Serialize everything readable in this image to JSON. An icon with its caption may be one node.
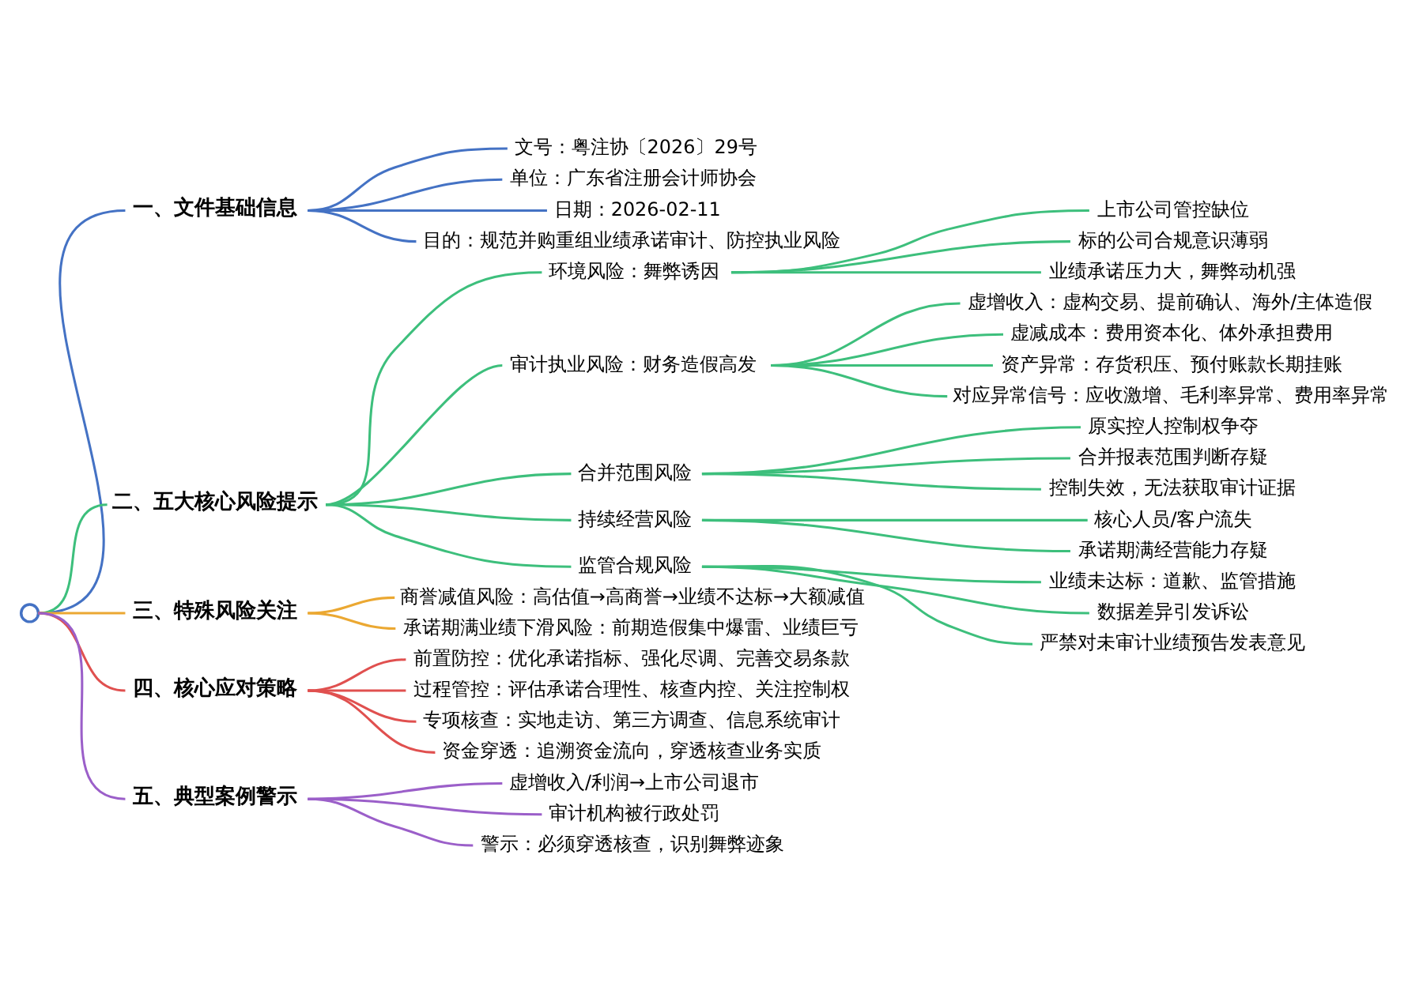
{
  "diagram": {
    "nodes": [
      {
        "text": [],
        "shape": "circle"
      },
      {
        "text": [
          "一、文件基础信息"
        ]
      },
      {
        "text": [
          "文号：粤注协〔2026〕29号"
        ]
      },
      {
        "text": [
          "单位：广东省注册会计师协会"
        ]
      },
      {
        "text": [
          "日期：2026-02-11"
        ]
      },
      {
        "text": [
          "目的：规范并购重组业绩承诺审计、防控执业风险"
        ]
      },
      {
        "text": [
          "二、五大核心风险提示"
        ]
      },
      {
        "text": [
          "环境风险：舞弊诱因"
        ]
      },
      {
        "text": [
          "上市公司管控缺位"
        ]
      },
      {
        "text": [
          "标的公司合规意识薄弱"
        ]
      },
      {
        "text": [
          "业绩承诺压力大，舞弊动机强"
        ]
      },
      {
        "text": [
          "审计执业风险：财务造假高发"
        ]
      },
      {
        "text": [
          "虚增收入：虚构交易、提前确认、海外/主体造假"
        ]
      },
      {
        "text": [
          "虚减成本：费用资本化、体外承担费用"
        ]
      },
      {
        "text": [
          "资产异常：存货积压、预付账款长期挂账"
        ]
      },
      {
        "text": [
          "对应异常信号：应收激增、毛利率异常、费用率异常"
        ]
      },
      {
        "text": [
          "合并范围风险"
        ]
      },
      {
        "text": [
          "原实控人控制权争夺"
        ]
      },
      {
        "text": [
          "合并报表范围判断存疑"
        ]
      },
      {
        "text": [
          "控制失效，无法获取审计证据"
        ]
      },
      {
        "text": [
          "持续经营风险"
        ]
      },
      {
        "text": [
          "核心人员/客户流失"
        ]
      },
      {
        "text": [
          "承诺期满经营能力存疑"
        ]
      },
      {
        "text": [
          "监管合规风险"
        ]
      },
      {
        "text": [
          "业绩未达标：道歉、监管措施"
        ]
      },
      {
        "text": [
          "数据差异引发诉讼"
        ]
      },
      {
        "text": [
          "严禁对未审计业绩预告发表意见"
        ]
      },
      {
        "text": [
          "三、特殊风险关注"
        ]
      },
      {
        "text": [
          "商誉减值风险：高估值→高商誉→业绩不达标→大额减值"
        ]
      },
      {
        "text": [
          "承诺期满业绩下滑风险：前期造假集中爆雷、业绩巨亏"
        ]
      },
      {
        "text": [
          "四、核心应对策略"
        ]
      },
      {
        "text": [
          "前置防控：优化承诺指标、强化尽调、完善交易条款"
        ]
      },
      {
        "text": [
          "过程管控：评估承诺合理性、核查内控、关注控制权"
        ]
      },
      {
        "text": [
          "专项核查：实地走访、第三方调查、信息系统审计"
        ]
      },
      {
        "text": [
          "资金穿透：追溯资金流向，穿透核查业务实质"
        ]
      },
      {
        "text": [
          "五、典型案例警示"
        ]
      },
      {
        "text": [
          "虚增收入/利润→上市公司退市"
        ]
      },
      {
        "text": [
          "审计机构被行政处罚"
        ]
      },
      {
        "text": [
          "警示：必须穿透核查，识别舞弊迹象"
        ]
      }
    ],
    "edges": [
      {
        "from": 0,
        "to": 1,
        "arrow": "none",
        "color": "#4472c4"
      },
      {
        "from": 1,
        "to": 2,
        "arrow": "none",
        "color": "#4472c4"
      },
      {
        "from": 1,
        "to": 3,
        "arrow": "none",
        "color": "#4472c4"
      },
      {
        "from": 1,
        "to": 4,
        "arrow": "none",
        "color": "#4472c4"
      },
      {
        "from": 1,
        "to": 5,
        "arrow": "none",
        "color": "#4472c4"
      },
      {
        "from": 0,
        "to": 6,
        "arrow": "none"
      },
      {
        "from": 6,
        "to": 7,
        "arrow": "none"
      },
      {
        "from": 7,
        "to": 8,
        "arrow": "none"
      },
      {
        "from": 7,
        "to": 9,
        "arrow": "none"
      },
      {
        "from": 7,
        "to": 10,
        "arrow": "none"
      },
      {
        "from": 6,
        "to": 11,
        "arrow": "none"
      },
      {
        "from": 11,
        "to": 12,
        "arrow": "none"
      },
      {
        "from": 11,
        "to": 13,
        "arrow": "none"
      },
      {
        "from": 11,
        "to": 14,
        "arrow": "none"
      },
      {
        "from": 11,
        "to": 15,
        "arrow": "none"
      },
      {
        "from": 6,
        "to": 16,
        "arrow": "none"
      },
      {
        "from": 16,
        "to": 17,
        "arrow": "none"
      },
      {
        "from": 16,
        "to": 18,
        "arrow": "none"
      },
      {
        "from": 16,
        "to": 19,
        "arrow": "none"
      },
      {
        "from": 6,
        "to": 20,
        "arrow": "none"
      },
      {
        "from": 20,
        "to": 21,
        "arrow": "none"
      },
      {
        "from": 20,
        "to": 22,
        "arrow": "none"
      },
      {
        "from": 6,
        "to": 23,
        "arrow": "none"
      },
      {
        "from": 23,
        "to": 24,
        "arrow": "none"
      },
      {
        "from": 23,
        "to": 25,
        "arrow": "none"
      },
      {
        "from": 23,
        "to": 26,
        "arrow": "none"
      },
      {
        "from": 0,
        "to": 27,
        "arrow": "none",
        "color": "#eba832"
      },
      {
        "from": 27,
        "to": 28,
        "arrow": "none",
        "color": "#eba832"
      },
      {
        "from": 27,
        "to": 29,
        "arrow": "none",
        "color": "#eba832"
      },
      {
        "from": 0,
        "to": 30,
        "arrow": "none",
        "color": "#e0504f"
      },
      {
        "from": 30,
        "to": 31,
        "arrow": "none",
        "color": "#e0504f"
      },
      {
        "from": 30,
        "to": 32,
        "arrow": "none",
        "color": "#e0504f"
      },
      {
        "from": 30,
        "to": 33,
        "arrow": "none",
        "color": "#e0504f"
      },
      {
        "from": 30,
        "to": 34,
        "arrow": "none",
        "color": "#e0504f"
      },
      {
        "from": 0,
        "to": 35,
        "arrow": "none",
        "color": "#9b5fc9"
      },
      {
        "from": 35,
        "to": 36,
        "arrow": "none",
        "color": "#9b5fc9"
      },
      {
        "from": 35,
        "to": 37,
        "arrow": "none",
        "color": "#9b5fc9"
      },
      {
        "from": 35,
        "to": 38,
        "arrow": "none",
        "color": "#9b5fc9"
      }
    ]
  }
}
